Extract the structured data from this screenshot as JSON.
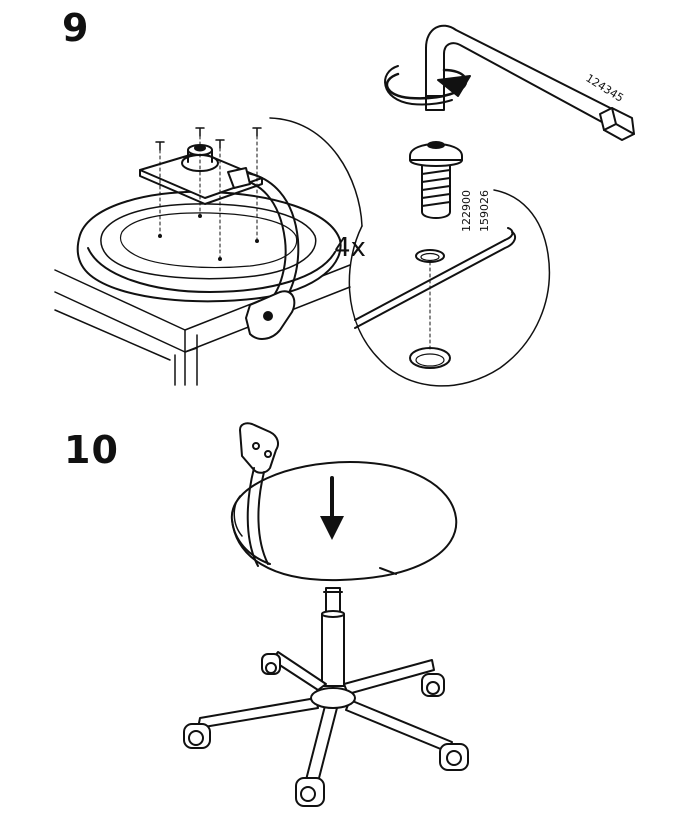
{
  "steps": [
    {
      "number": "9",
      "quantity": "4x",
      "parts": [
        "124345",
        "122900",
        "159026"
      ]
    },
    {
      "number": "10"
    }
  ]
}
